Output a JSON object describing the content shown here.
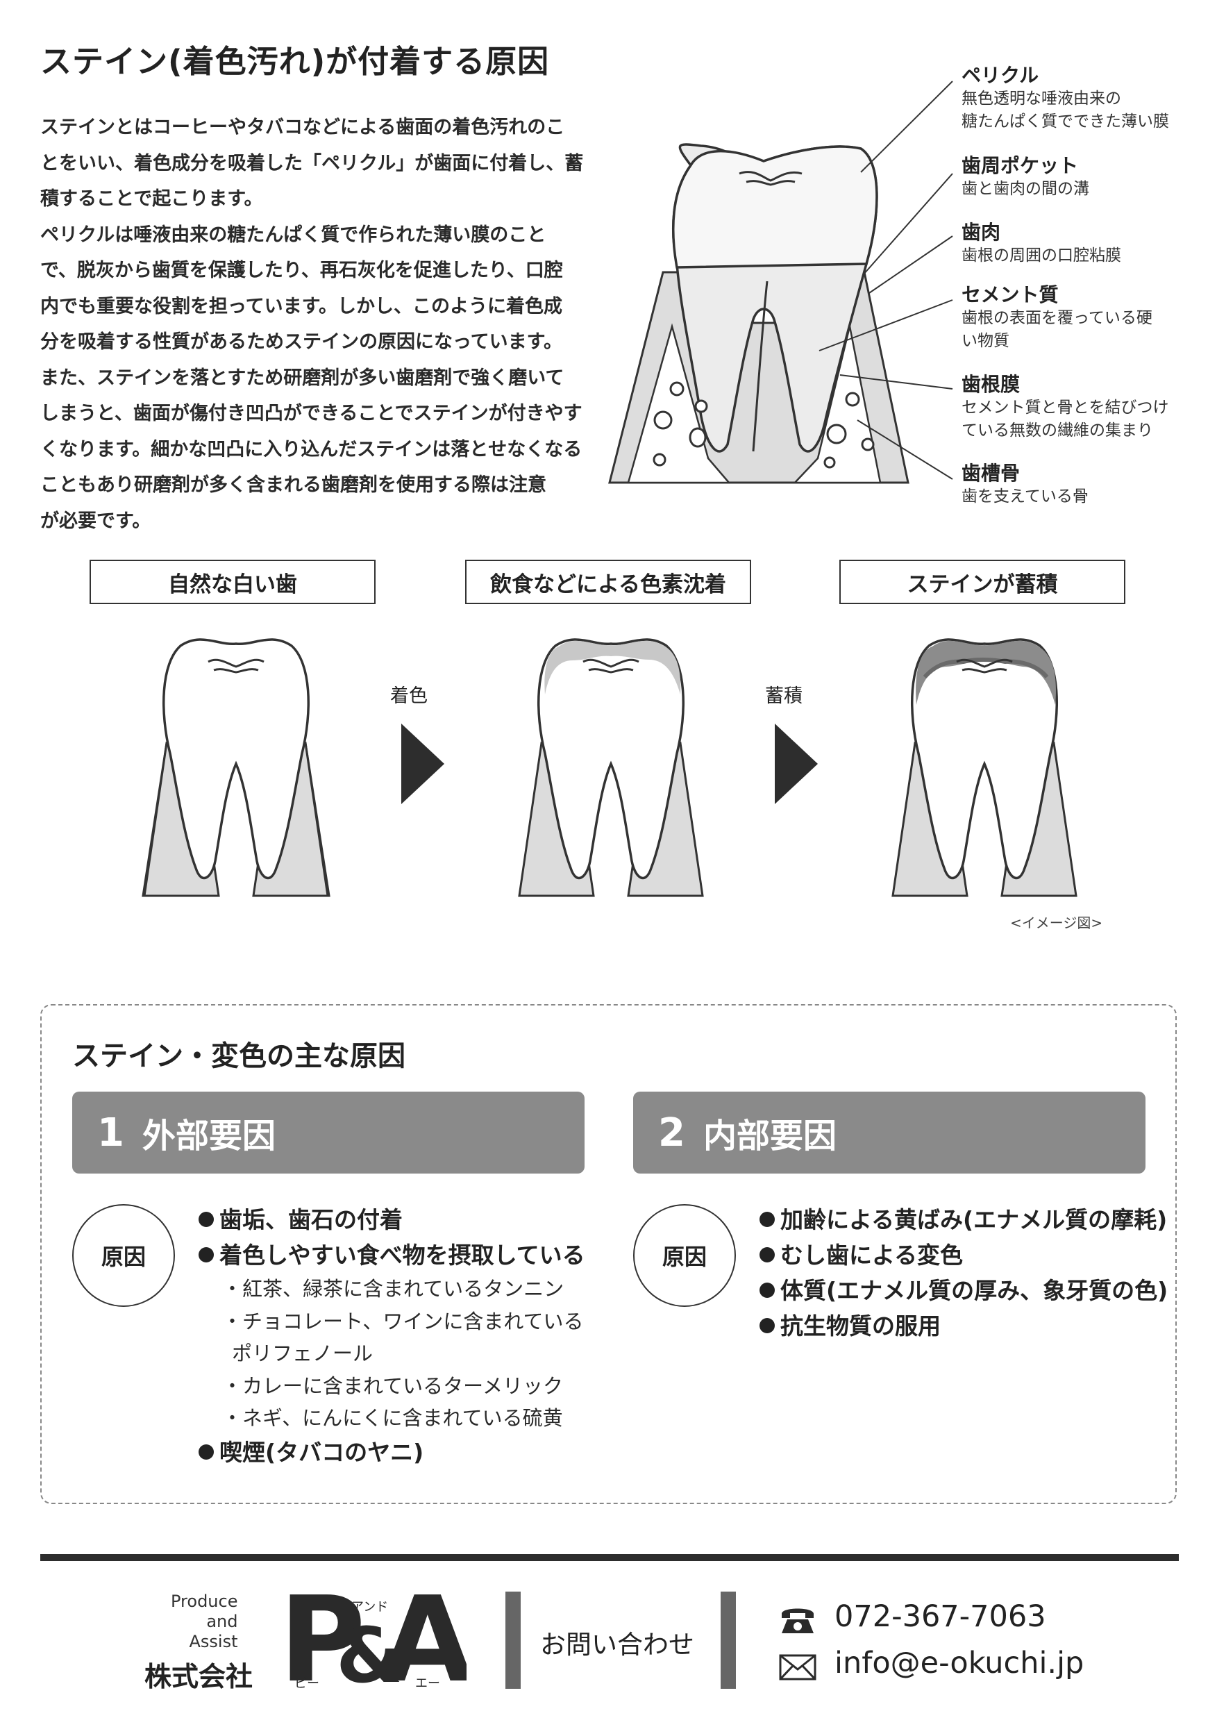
{
  "title": "ステイン(着色汚れ)が付着する原因",
  "intro_lines": [
    "ステインとはコーヒーやタバコなどによる歯面の着色汚れのこ",
    "とをいい、着色成分を吸着した「ペリクル」が歯面に付着し、蓄",
    "積することで起こります。",
    "ペリクルは唾液由来の糖たんぱく質で作られた薄い膜のこと",
    "で、脱灰から歯質を保護したり、再石灰化を促進したり、口腔",
    "内でも重要な役割を担っています。しかし、このように着色成",
    "分を吸着する性質があるためステインの原因になっています。",
    "また、ステインを落とすため研磨剤が多い歯磨剤で強く磨いて",
    "しまうと、歯面が傷付き凹凸ができることでステインが付きやす",
    "くなります。細かな凹凸に入り込んだステインは落とせなくなる",
    "こともあり研磨剤が多く含まれる歯磨剤を使用する際は注意",
    "が必要です。"
  ],
  "anatomy_labels": [
    {
      "title": "ペリクル",
      "desc": [
        "無色透明な唾液由来の",
        "糖たんぱく質でできた薄い膜"
      ]
    },
    {
      "title": "歯周ポケット",
      "desc": [
        "歯と歯肉の間の溝"
      ]
    },
    {
      "title": "歯肉",
      "desc": [
        "歯根の周囲の口腔粘膜"
      ]
    },
    {
      "title": "セメント質",
      "desc": [
        "歯根の表面を覆っている硬",
        "い物質"
      ]
    },
    {
      "title": "歯根膜",
      "desc": [
        "セメント質と骨とを結びつけ",
        "ている無数の繊維の集まり"
      ]
    },
    {
      "title": "歯槽骨",
      "desc": [
        "歯を支えている骨"
      ]
    }
  ],
  "stages": [
    "自然な白い歯",
    "飲食などによる色素沈着",
    "ステインが蓄積"
  ],
  "arrows": [
    "着色",
    "蓄積"
  ],
  "image_note": "<イメージ図>",
  "causes": {
    "title": "ステイン・変色の主な原因",
    "cause_label": "原因",
    "external": {
      "number": "1",
      "label": "外部要因",
      "items": [
        {
          "type": "main",
          "text": "歯垢、歯石の付着"
        },
        {
          "type": "main",
          "text": "着色しやすい食べ物を摂取している"
        },
        {
          "type": "sub",
          "text": "・紅茶、緑茶に含まれているタンニン"
        },
        {
          "type": "sub",
          "text": "・チョコレート、ワインに含まれている"
        },
        {
          "type": "sub",
          "text": "ポリフェノール"
        },
        {
          "type": "sub",
          "text": "・カレーに含まれているターメリック"
        },
        {
          "type": "sub",
          "text": "・ネギ、にんにくに含まれている硫黄"
        },
        {
          "type": "main",
          "text": "喫煙(タバコのヤニ)"
        }
      ]
    },
    "internal": {
      "number": "2",
      "label": "内部要因",
      "items": [
        {
          "type": "main",
          "text": "加齢による黄ばみ(エナメル質の摩耗)"
        },
        {
          "type": "main",
          "text": "むし歯による変色"
        },
        {
          "type": "main",
          "text": "体質(エナメル質の厚み、象牙質の色)"
        },
        {
          "type": "main",
          "text": "抗生物質の服用"
        }
      ]
    }
  },
  "footer": {
    "tagline": [
      "Produce",
      "and",
      "Assist"
    ],
    "company": "株式会社",
    "logo_letters": {
      "p": "P",
      "amp": "&",
      "a": "A"
    },
    "logo_readings": {
      "and": "アンド",
      "p": "ピー",
      "a": "エー"
    },
    "contact_label": "お問い合わせ",
    "phone": "072-367-7063",
    "email": "info@e-okuchi.jp"
  }
}
